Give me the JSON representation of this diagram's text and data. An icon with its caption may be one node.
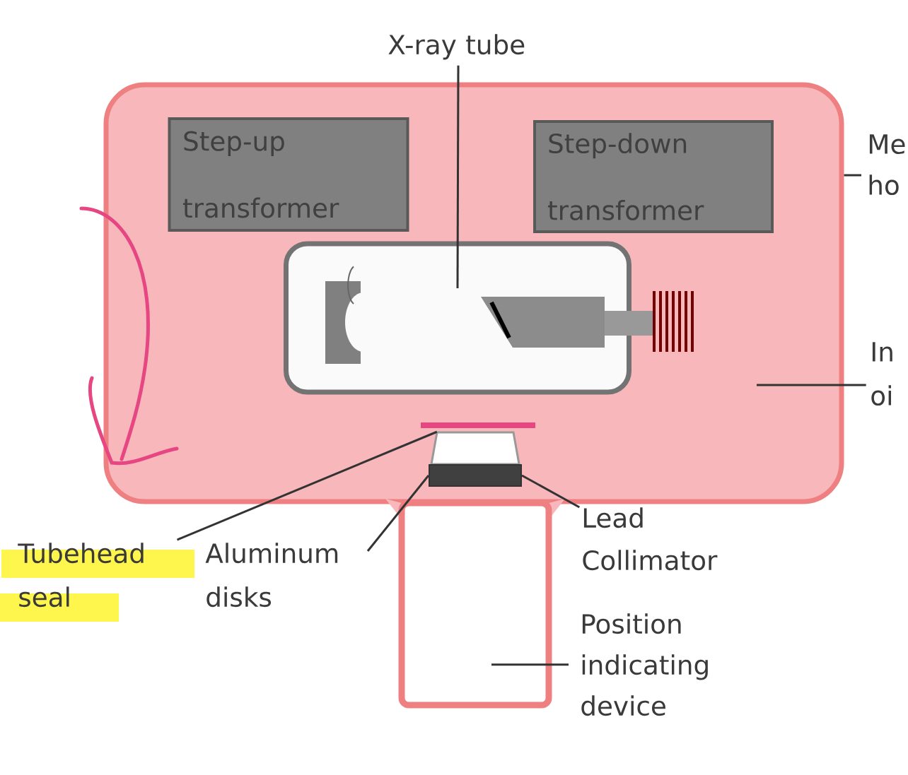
{
  "diagram": {
    "nodes": [
      {
        "text": [],
        "shape": "box"
      },
      {
        "text": [
          "Step-up transformer"
        ],
        "in": 0
      },
      {
        "text": [
          "Step-down transformer"
        ],
        "in": 0
      },
      {
        "text": [],
        "shape": "cylinder",
        "in": 0
      },
      {
        "text": [
          "X-ray tube"
        ]
      },
      {
        "text": [
          "Me ho"
        ]
      },
      {
        "text": [
          "In oi"
        ]
      },
      {
        "text": [],
        "shape": "box",
        "in": 0
      },
      {
        "text": [],
        "shape": "bar",
        "in": 0
      },
      {
        "text": [],
        "shape": "box"
      },
      {
        "text": [
          "Tubehead seal"
        ]
      },
      {
        "text": [
          "Aluminum disks"
        ]
      },
      {
        "text": [
          "Lead Collimator"
        ]
      },
      {
        "text": [
          "Position indicating device"
        ]
      }
    ],
    "edges": [
      {
        "from": 4,
        "to": 3,
        "arrow": "none"
      },
      {
        "from": 5,
        "to": 0,
        "arrow": "none"
      },
      {
        "from": 6,
        "to": 0,
        "arrow": "none"
      },
      {
        "from": 10,
        "to": 7,
        "arrow": "none"
      },
      {
        "from": 11,
        "to": 8,
        "arrow": "none"
      },
      {
        "from": 12,
        "to": 8,
        "arrow": "none"
      },
      {
        "from": 13,
        "to": 9,
        "arrow": "none"
      }
    ]
  }
}
